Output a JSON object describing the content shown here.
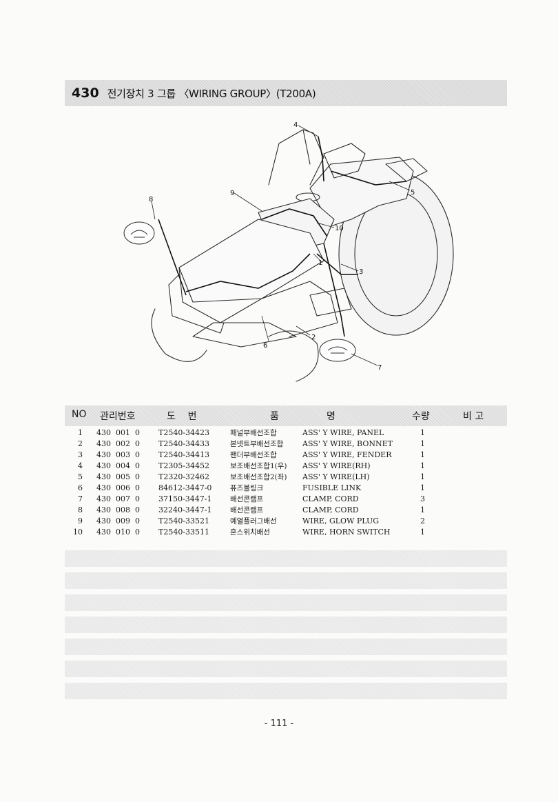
{
  "header": {
    "section_number": "430",
    "title": "전기장치 3 그룹 〈WIRING GROUP〉(T200A)"
  },
  "diagram": {
    "callouts": [
      "1",
      "2",
      "3",
      "4",
      "5",
      "6",
      "7",
      "8",
      "9",
      "10"
    ]
  },
  "table": {
    "headers": {
      "no": "NO",
      "management_no": "관리번호",
      "drawing_no": "도    번",
      "name_a": "품",
      "name_b": "명",
      "quantity": "수량",
      "remarks": "비 고"
    },
    "rows": [
      {
        "no": "1",
        "code": "430  001  0",
        "part": "T2540-34423",
        "kr": "패널부배선조합",
        "en": "ASS' Y WIRE, PANEL",
        "qty": "1"
      },
      {
        "no": "2",
        "code": "430  002  0",
        "part": "T2540-34433",
        "kr": "본넷트부배선조합",
        "en": "ASS' Y WIRE, BONNET",
        "qty": "1"
      },
      {
        "no": "3",
        "code": "430  003  0",
        "part": "T2540-34413",
        "kr": "팬더부배선조합",
        "en": "ASS' Y WIRE, FENDER",
        "qty": "1"
      },
      {
        "no": "4",
        "code": "430  004  0",
        "part": "T2305-34452",
        "kr": "보조배선조합1(우)",
        "en": "ASS' Y WIRE(RH)",
        "qty": "1"
      },
      {
        "no": "5",
        "code": "430  005  0",
        "part": "T2320-32462",
        "kr": "보조배선조합2(좌)",
        "en": "ASS' Y WIRE(LH)",
        "qty": "1"
      },
      {
        "no": "6",
        "code": "430  006  0",
        "part": "84612-3447-0",
        "kr": "퓨즈블링크",
        "en": "FUSIBLE LINK",
        "qty": "1"
      },
      {
        "no": "7",
        "code": "430  007  0",
        "part": "37150-3447-1",
        "kr": "배선콘램프",
        "en": "CLAMP, CORD",
        "qty": "3"
      },
      {
        "no": "8",
        "code": "430  008  0",
        "part": "32240-3447-1",
        "kr": "배선콘램프",
        "en": "CLAMP, CORD",
        "qty": "1"
      },
      {
        "no": "9",
        "code": "430  009  0",
        "part": "T2540-33521",
        "kr": "예열플러그배선",
        "en": "WIRE, GLOW PLUG",
        "qty": "2"
      },
      {
        "no": "10",
        "code": "430  010  0",
        "part": "T2540-33511",
        "kr": "혼스위치배선",
        "en": "WIRE, HORN SWITCH",
        "qty": "1"
      }
    ]
  },
  "footer": {
    "page_number": "- 111 -"
  }
}
